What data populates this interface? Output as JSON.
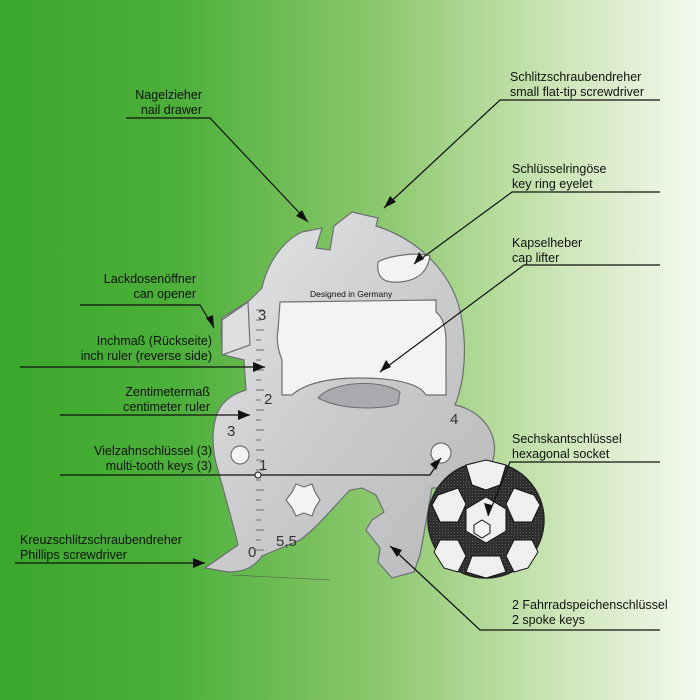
{
  "tool": {
    "engraving": "Designed in Germany",
    "ruler_cm": [
      "3",
      "2",
      "1",
      "0"
    ],
    "key_numbers": [
      "3",
      "4",
      "5,5"
    ]
  },
  "labels": {
    "nail_drawer": {
      "de": "Nagelzieher",
      "en": "nail drawer"
    },
    "flat_screwdriver": {
      "de": "Schlitzschraubendreher",
      "en": "small flat-tip screwdriver"
    },
    "key_ring": {
      "de": "Schlüsselringöse",
      "en": "key ring eyelet"
    },
    "cap_lifter": {
      "de": "Kapselheber",
      "en": "cap lifter"
    },
    "can_opener": {
      "de": "Lackdosenöffner",
      "en": "can opener"
    },
    "inch_ruler": {
      "de": "Inchmaß (Rückseite)",
      "en": "inch ruler (reverse side)"
    },
    "cm_ruler": {
      "de": "Zentimetermaß",
      "en": "centimeter ruler"
    },
    "multi_tooth": {
      "de": "Vielzahnschlüssel (3)",
      "en": "multi-tooth keys (3)"
    },
    "hex_socket": {
      "de": "Sechskantschlüssel",
      "en": "hexagonal socket"
    },
    "phillips": {
      "de": "Kreuzschlitzschraubendreher",
      "en": "Phillips screwdriver"
    },
    "spoke_keys": {
      "de": "2 Fahrradspeichenschlüssel",
      "en": "2 spoke keys"
    }
  },
  "colors": {
    "tool_fill": "#cfd1d3",
    "tool_stroke": "#6d6f72",
    "ball_dark": "#2a2a2a",
    "leader_line": "#111111"
  }
}
